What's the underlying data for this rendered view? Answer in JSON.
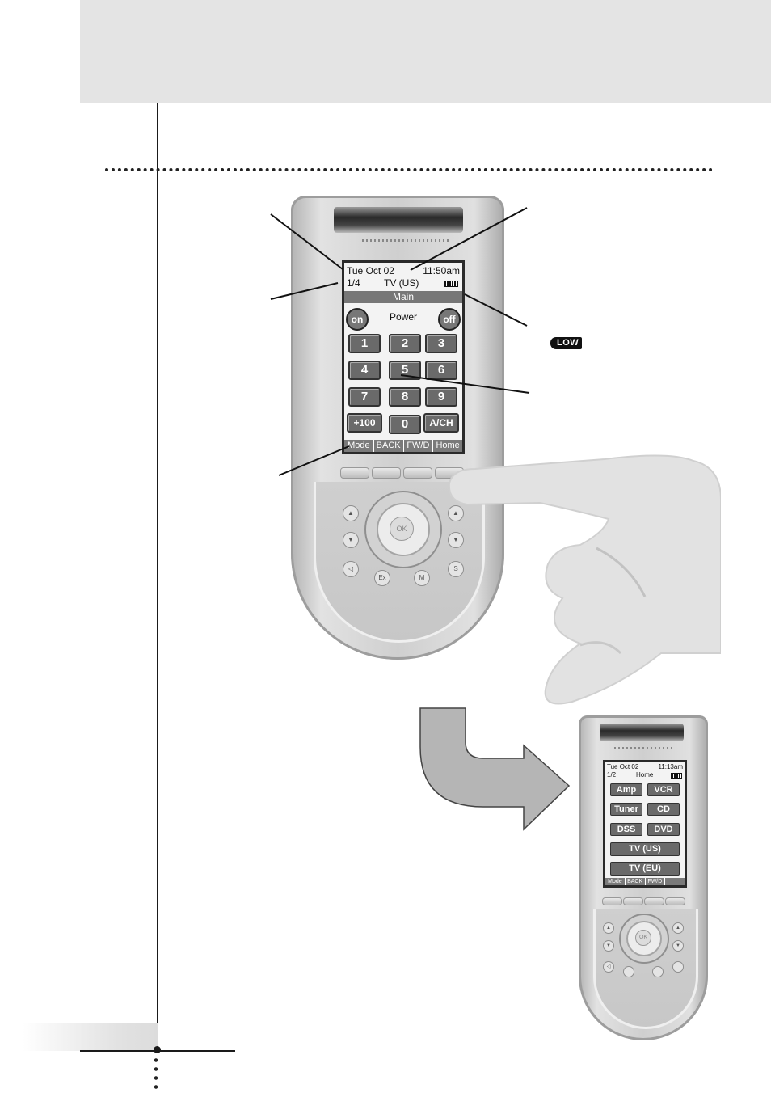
{
  "remote_main": {
    "screen": {
      "date": "Tue Oct 02",
      "time": "11:50am",
      "page": "1/4",
      "device": "TV (US)",
      "panel_title": "Main",
      "power_on": "on",
      "power_label": "Power",
      "power_off": "off",
      "keypad": [
        "1",
        "2",
        "3",
        "4",
        "5",
        "6",
        "7",
        "8",
        "9"
      ],
      "plus100": "+100",
      "zero": "0",
      "ach": "A/CH",
      "tabs": [
        "Mode",
        "BACK",
        "FW/D",
        "Home"
      ]
    },
    "ok_label": "OK",
    "left_labels": [
      "Ex",
      "M",
      "S"
    ]
  },
  "battery_indicator": "LOW",
  "remote_home": {
    "screen": {
      "date": "Tue Oct 02",
      "time": "11:13am",
      "page": "1/2",
      "device": "Home",
      "buttons": [
        "Amp",
        "VCR",
        "Tuner",
        "CD",
        "DSS",
        "DVD"
      ],
      "wide_buttons": [
        "TV (US)",
        "TV (EU)"
      ],
      "tabs": [
        "Mode",
        "BACK",
        "FW/D",
        ""
      ]
    },
    "ok_label": "OK"
  }
}
